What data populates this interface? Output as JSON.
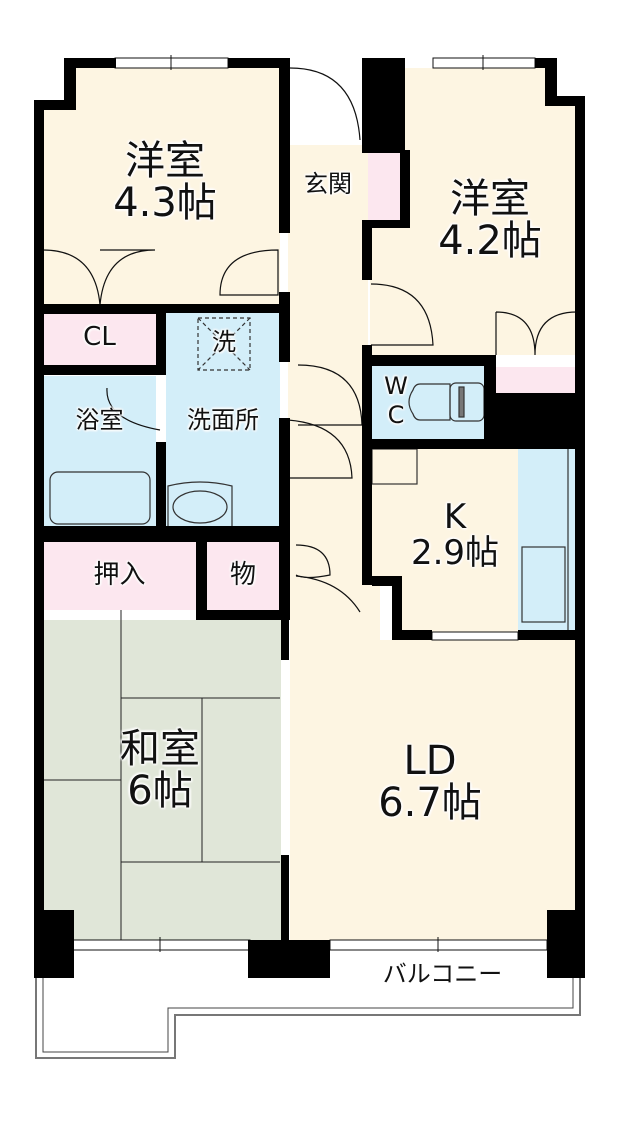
{
  "colors": {
    "western_room": "#fdf5e2",
    "wet_area": "#d3eef9",
    "storage": "#fce7ef",
    "tatami": "#e0e6d8",
    "wall": "#000000",
    "balcony": "#ffffff"
  },
  "rooms": [
    {
      "id": "western-room-1",
      "name": "洋室",
      "size": "4.3帖"
    },
    {
      "id": "western-room-2",
      "name": "洋室",
      "size": "4.2帖"
    },
    {
      "id": "entrance",
      "name": "玄関"
    },
    {
      "id": "closet",
      "name": "CL"
    },
    {
      "id": "washer-space",
      "name": "洗"
    },
    {
      "id": "bathroom",
      "name": "浴室"
    },
    {
      "id": "washroom",
      "name": "洗面所"
    },
    {
      "id": "toilet",
      "name_line1": "W",
      "name_line2": "C"
    },
    {
      "id": "kitchen",
      "name": "K",
      "size": "2.9帖"
    },
    {
      "id": "oshiire",
      "name": "押入"
    },
    {
      "id": "storage",
      "name": "物"
    },
    {
      "id": "japanese-room",
      "name": "和室",
      "size": "6帖"
    },
    {
      "id": "living-dining",
      "name": "LD",
      "size": "6.7帖"
    },
    {
      "id": "balcony",
      "name": "バルコニー"
    }
  ]
}
